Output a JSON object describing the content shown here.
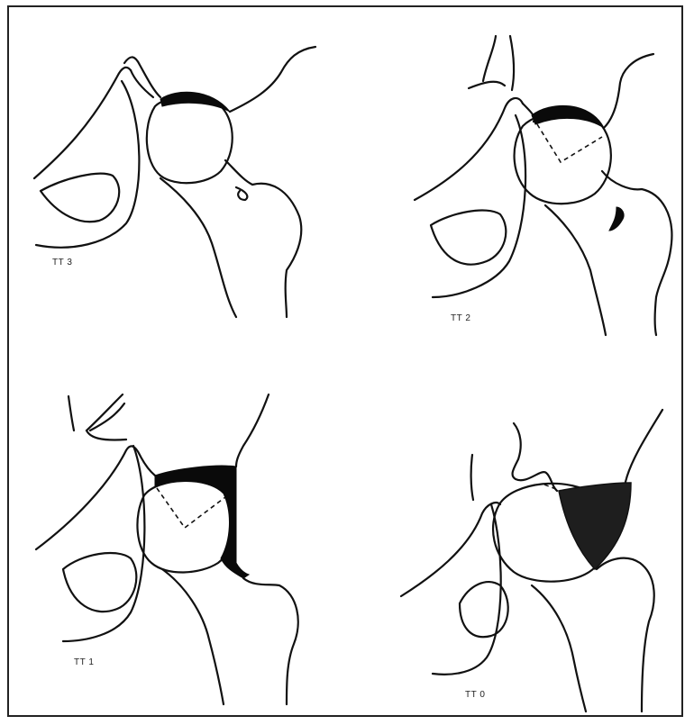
{
  "panels": [
    {
      "label": "TT 3"
    },
    {
      "label": "TT 2"
    },
    {
      "label": "TT 1"
    },
    {
      "label": "TT 0"
    }
  ]
}
